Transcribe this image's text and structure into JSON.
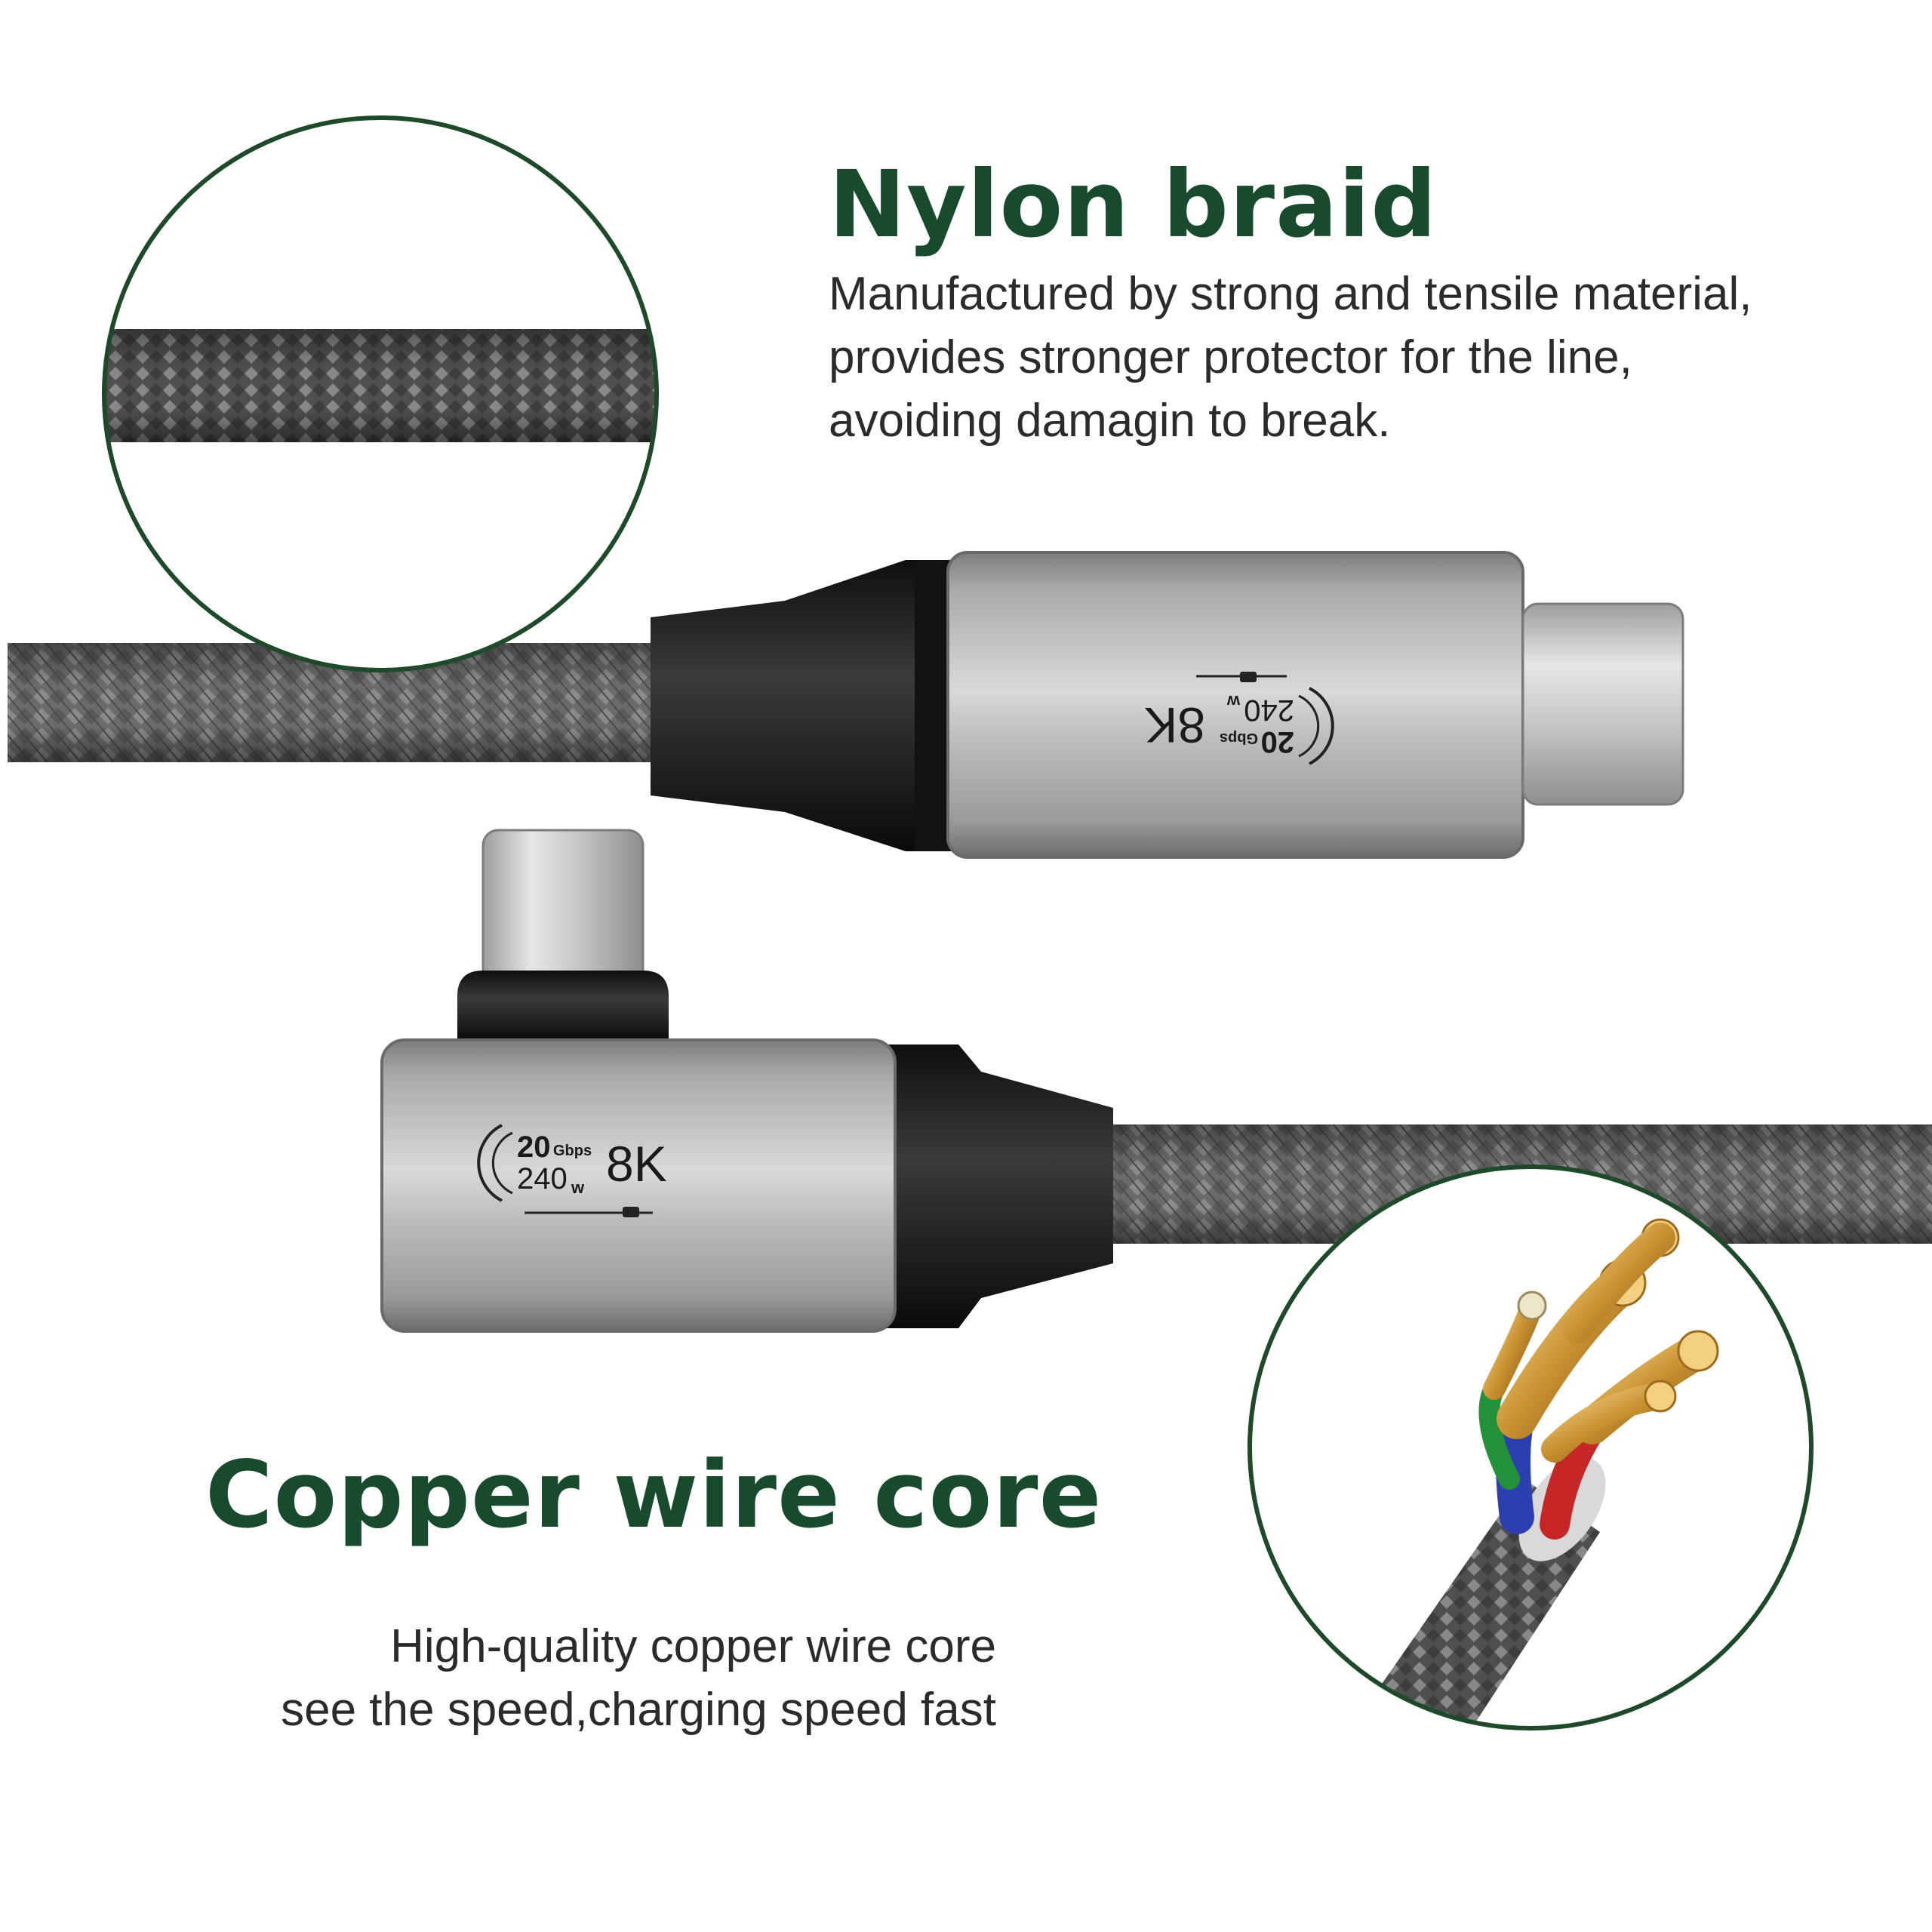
{
  "sections": {
    "braid": {
      "title": "Nylon braid",
      "lines": [
        "Manufactured by strong and tensile material,",
        "provides stronger protector for the line,",
        "avoiding damagin to break."
      ]
    },
    "copper": {
      "title": "Copper wire core",
      "lines": [
        "High-quality copper wire core",
        "see the speed,charging speed fast"
      ]
    }
  },
  "connector_badge": {
    "speed_value": "20",
    "speed_unit": "Gbps",
    "power_value": "240",
    "power_unit": "w",
    "resolution": "8K"
  },
  "colors": {
    "brand_green": "#184a2c",
    "circle_border": "#1e4a2a",
    "braid_gray": "#6e6e6e",
    "housing_silver": "#b3b3b3",
    "copper": "#c8902f"
  }
}
